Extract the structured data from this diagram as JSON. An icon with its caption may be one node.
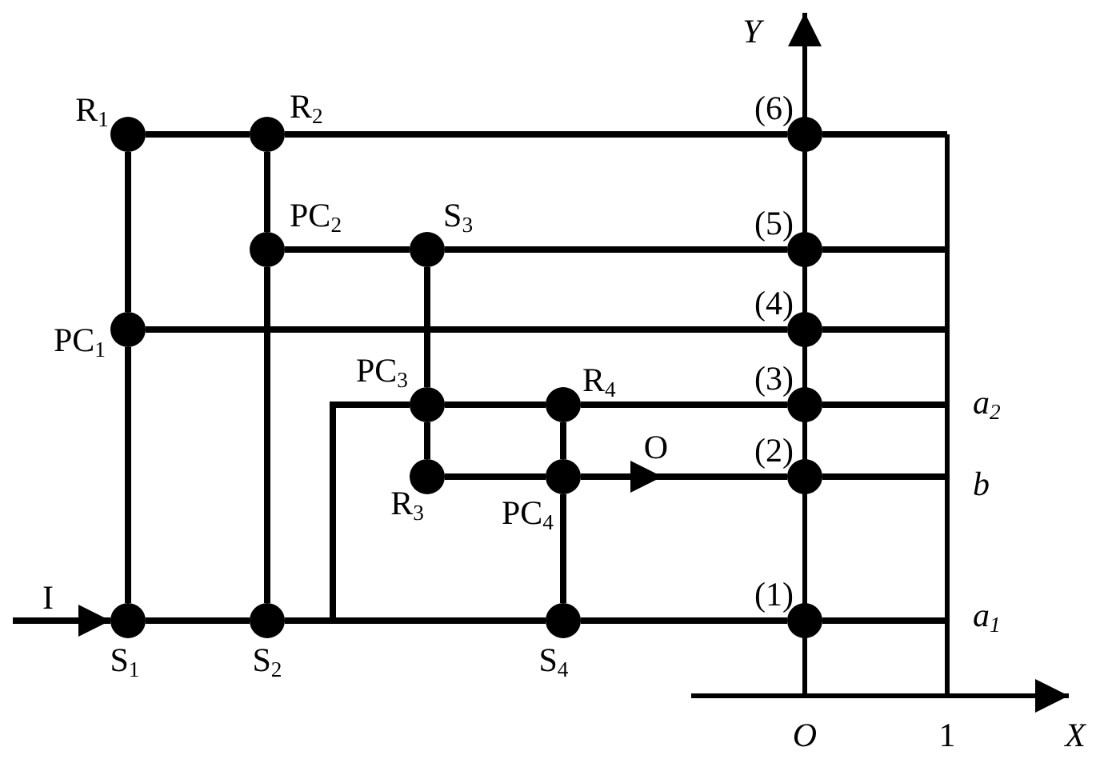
{
  "diagram": {
    "nodes": [
      {
        "text": [
          "R$_{1}$"
        ]
      },
      {
        "text": [
          "R$_{2}$"
        ]
      },
      {
        "text": [
          "PC$_{2}$"
        ]
      },
      {
        "text": [
          "S$_{3}$"
        ]
      },
      {
        "text": [
          "PC$_{1}$"
        ]
      },
      {
        "text": [
          "PC$_{3}$"
        ]
      },
      {
        "text": [
          "R$_{4}$"
        ]
      },
      {
        "text": [
          "R$_{3}$"
        ]
      },
      {
        "text": [
          "PC$_{4}$"
        ]
      },
      {
        "text": [
          "S$_{1}$"
        ]
      },
      {
        "text": [
          "S$_{2}$"
        ]
      },
      {
        "text": [
          "S$_{4}$"
        ]
      },
      {
        "text": [
          "(6)"
        ]
      },
      {
        "text": [
          "(5)"
        ]
      },
      {
        "text": [
          "(4)"
        ]
      },
      {
        "text": [
          "(3)"
        ]
      },
      {
        "text": [
          "(2)"
        ]
      },
      {
        "text": [
          "(1)"
        ]
      }
    ],
    "edges": [
      {
        "from": 0,
        "to": 1,
        "arrow": "none"
      },
      {
        "from": 1,
        "to": 12,
        "arrow": "none"
      },
      {
        "from": 0,
        "to": 4,
        "arrow": "none"
      },
      {
        "from": 4,
        "to": 9,
        "arrow": "none"
      },
      {
        "from": 1,
        "to": 2,
        "arrow": "none"
      },
      {
        "from": 2,
        "to": 10,
        "arrow": "none"
      },
      {
        "from": 2,
        "to": 3,
        "arrow": "none"
      },
      {
        "from": 3,
        "to": 13,
        "arrow": "none"
      },
      {
        "from": 4,
        "to": 14,
        "arrow": "none"
      },
      {
        "from": 3,
        "to": 5,
        "arrow": "none"
      },
      {
        "from": 5,
        "to": 6,
        "arrow": "none"
      },
      {
        "from": 6,
        "to": 15,
        "arrow": "none"
      },
      {
        "from": 5,
        "to": 7,
        "arrow": "none"
      },
      {
        "from": 7,
        "to": 8,
        "arrow": "none"
      },
      {
        "from": 6,
        "to": 8,
        "arrow": "none"
      },
      {
        "from": 8,
        "to": null,
        "arrow": "to",
        "label": "O"
      },
      {
        "from": 8,
        "to": 11,
        "arrow": "none"
      },
      {
        "from": null,
        "to": 9,
        "arrow": "to",
        "label": "I"
      },
      {
        "from": 9,
        "to": 10,
        "arrow": "none"
      },
      {
        "from": 10,
        "to": 11,
        "arrow": "none"
      },
      {
        "from": 5,
        "to": 11,
        "arrow": "none"
      },
      {
        "from": 11,
        "to": 17,
        "arrow": "none"
      },
      {
        "from": 12,
        "to": null,
        "arrow": "none"
      },
      {
        "from": 13,
        "to": null,
        "arrow": "none"
      },
      {
        "from": 14,
        "to": null,
        "arrow": "none"
      },
      {
        "from": 15,
        "to": null,
        "arrow": "none"
      },
      {
        "from": 16,
        "to": null,
        "arrow": "none"
      },
      {
        "from": 17,
        "to": null,
        "arrow": "none"
      },
      {
        "from": null,
        "to": 16,
        "arrow": "none"
      }
    ],
    "labels": [
      "Y",
      "a$_{2}$",
      "b",
      "a$_{1}$",
      "O",
      "1",
      "X"
    ]
  }
}
